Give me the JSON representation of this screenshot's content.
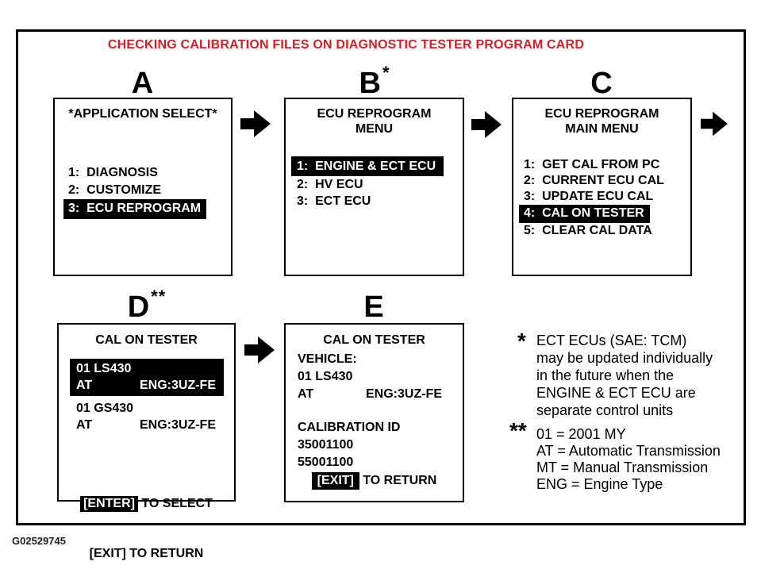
{
  "title": "CHECKING CALIBRATION FILES ON DIAGNOSTIC TESTER PROGRAM CARD",
  "figure_id": "G02529745",
  "colors": {
    "title_red": "#d21f26",
    "highlight_bg": "#000000",
    "highlight_fg": "#ffffff"
  },
  "icons": {
    "flow_arrow": "solid right-pointing block arrow"
  },
  "screens": {
    "a": {
      "label": "A",
      "sup": "",
      "title": "*APPLICATION SELECT*",
      "items": [
        {
          "text": "1:  DIAGNOSIS",
          "highlighted": false
        },
        {
          "text": "2:  CUSTOMIZE",
          "highlighted": false
        },
        {
          "text": "3:  ECU REPROGRAM",
          "highlighted": true
        }
      ]
    },
    "b": {
      "label": "B",
      "sup": "*",
      "title": "ECU REPROGRAM\nMENU",
      "items": [
        {
          "text": "1:  ENGINE & ECT ECU",
          "highlighted": true
        },
        {
          "text": "2:  HV ECU",
          "highlighted": false
        },
        {
          "text": "3:  ECT ECU",
          "highlighted": false
        }
      ]
    },
    "c": {
      "label": "C",
      "sup": "",
      "title": "ECU REPROGRAM\nMAIN MENU",
      "items": [
        {
          "text": "1:  GET CAL FROM PC",
          "highlighted": false
        },
        {
          "text": "2:  CURRENT ECU CAL",
          "highlighted": false
        },
        {
          "text": "3:  UPDATE ECU CAL",
          "highlighted": false
        },
        {
          "text": "4:  CAL ON TESTER",
          "highlighted": true
        },
        {
          "text": "5:  CLEAR CAL DATA",
          "highlighted": false
        }
      ]
    },
    "d": {
      "label": "D",
      "sup": "**",
      "title": "CAL ON TESTER",
      "vehicles": [
        {
          "line1": "01 LS430",
          "line2_left": "AT",
          "line2_right": "ENG:3UZ-FE",
          "highlighted": true
        },
        {
          "line1": "01 GS430",
          "line2_left": "AT",
          "line2_right": "ENG:3UZ-FE",
          "highlighted": false
        }
      ],
      "footer_key": "[ENTER]",
      "footer_key_rest": " TO SELECT",
      "footer_line2": "[EXIT] TO RETURN"
    },
    "e": {
      "label": "E",
      "sup": "",
      "title": "CAL ON TESTER",
      "vehicle_label": "VEHICLE:",
      "vehicle_line1": "01 LS430",
      "vehicle_line2_left": "AT",
      "vehicle_line2_right": "ENG:3UZ-FE",
      "cal_id_label": "CALIBRATION ID",
      "cal_id_1": "35001100",
      "cal_id_2": "55001100",
      "footer_key": "[EXIT]",
      "footer_rest": " TO RETURN"
    }
  },
  "footnotes": {
    "star": {
      "marker": "*",
      "line1": "ECT ECUs (SAE: TCM)",
      "line2": "may be updated individually",
      "line3": "in the future when the",
      "line4": "ENGINE & ECT ECU are",
      "line5": "separate control units"
    },
    "double_star": {
      "marker": "**",
      "line1": "01 = 2001 MY",
      "line2": "AT = Automatic Transmission",
      "line3": "MT = Manual Transmission",
      "line4": "ENG = Engine Type"
    }
  }
}
